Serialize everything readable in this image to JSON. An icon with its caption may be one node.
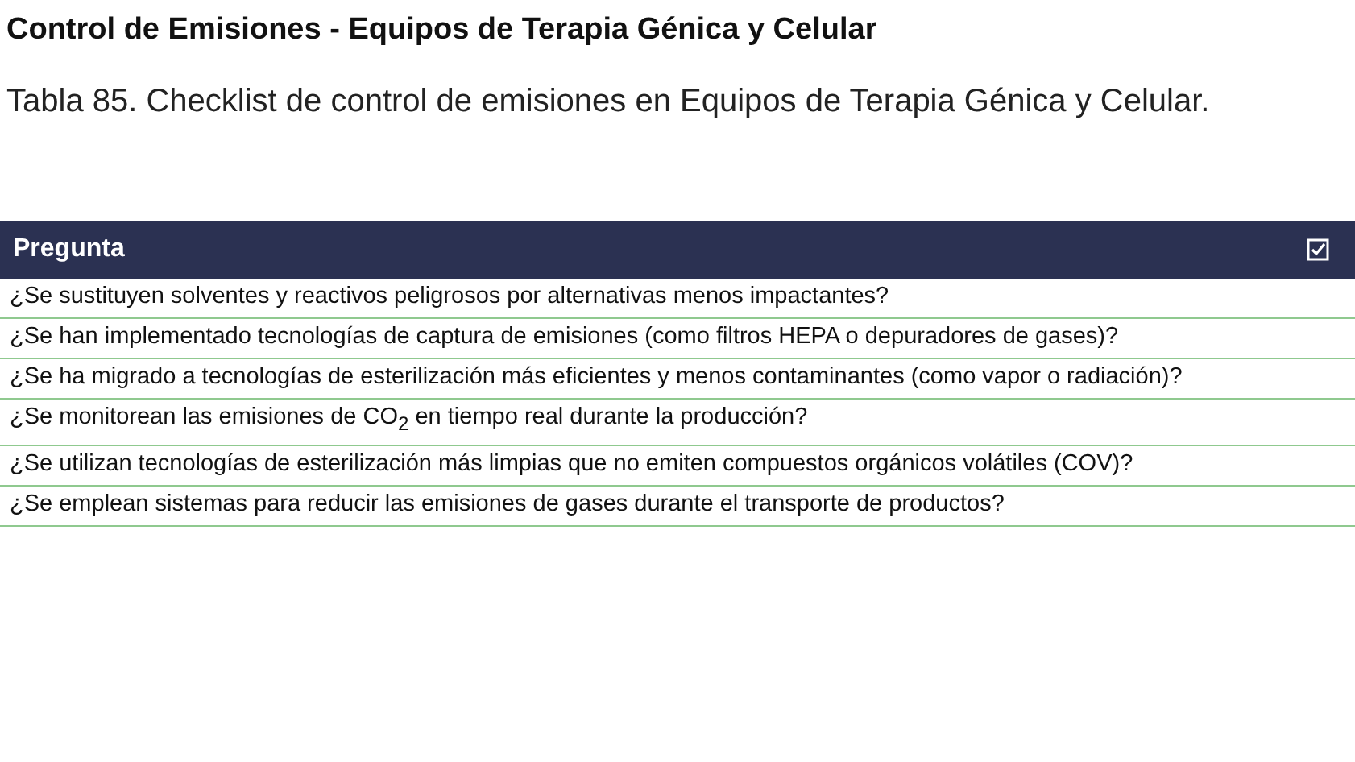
{
  "diagram": {
    "title": "Control de Emisiones - Equipos de Terapia Génica y Celular",
    "caption": "Tabla 85. Checklist de control de emisiones en Equipos de Terapia Génica y Celular.",
    "labels": [
      "Pregunta",
      "¿Se sustituyen solventes y reactivos peligrosos por alternativas menos impactantes?",
      "¿Se han implementado tecnologías de captura de emisiones (como filtros HEPA o depuradores de gases)?",
      "¿Se ha migrado a tecnologías de esterilización más eficientes y menos contaminantes (como vapor o radiación)?",
      "¿Se monitorean las emisiones de CO$_{2}$ en tiempo real durante la producción?",
      "¿Se utilizan tecnologías de esterilización más limpias que no emiten compuestos orgánicos volátiles (COV)?",
      "¿Se emplean sistemas para reducir las emisiones de gases durante el transporte de productos?"
    ]
  }
}
